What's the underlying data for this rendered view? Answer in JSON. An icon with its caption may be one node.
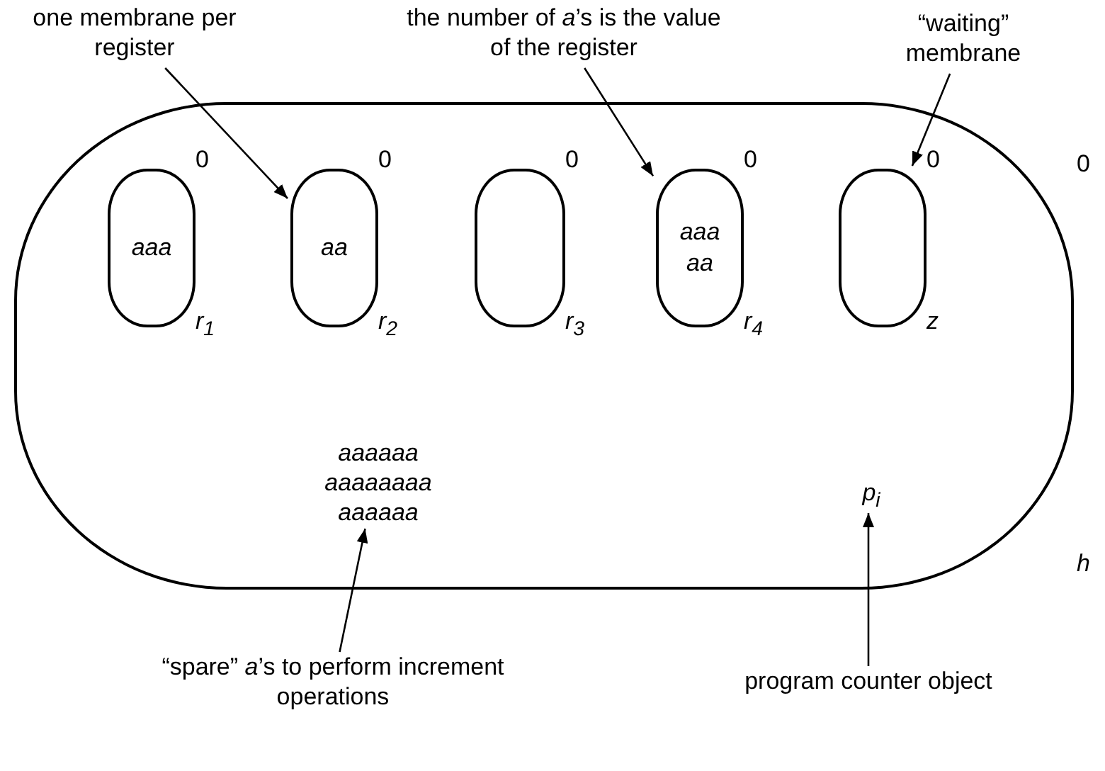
{
  "diagram": {
    "nodes": [
      {
        "text": [],
        "shape": "box",
        "beside": [
          "0",
          "h"
        ]
      },
      {
        "text": [
          "aaa"
        ],
        "in": 0,
        "beside": [
          "0",
          "r$_{1}$"
        ]
      },
      {
        "text": [
          "aa"
        ],
        "in": 0,
        "beside": [
          "0",
          "r$_{2}$"
        ]
      },
      {
        "text": [],
        "shape": "box",
        "in": 0,
        "beside": [
          "0",
          "r$_{3}$"
        ]
      },
      {
        "text": [
          "aaa aa"
        ],
        "in": 0,
        "beside": [
          "0",
          "r$_{4}$"
        ]
      },
      {
        "text": [],
        "shape": "box",
        "in": 0,
        "beside": [
          "0",
          "z"
        ]
      },
      {
        "text": [
          "aaaaaa aaaaaaaa aaaaaa"
        ],
        "in": 0
      },
      {
        "text": [
          "p$_{i}$"
        ],
        "in": 0
      },
      {
        "text": [
          "one membrane per register"
        ]
      },
      {
        "text": [
          "the number of *a*’s is the value of the register"
        ]
      },
      {
        "text": [
          "“waiting” membrane"
        ]
      },
      {
        "text": [
          "“spare” *a*’s to perform increment operations"
        ]
      },
      {
        "text": [
          "program counter object"
        ]
      }
    ],
    "edges": [
      {
        "from": 8,
        "to": 2,
        "arrow": "to"
      },
      {
        "from": 9,
        "to": 4,
        "arrow": "to"
      },
      {
        "from": 10,
        "to": 5,
        "arrow": "to"
      },
      {
        "from": 11,
        "to": 6,
        "arrow": "to"
      },
      {
        "from": 12,
        "to": 7,
        "arrow": "to"
      }
    ]
  }
}
